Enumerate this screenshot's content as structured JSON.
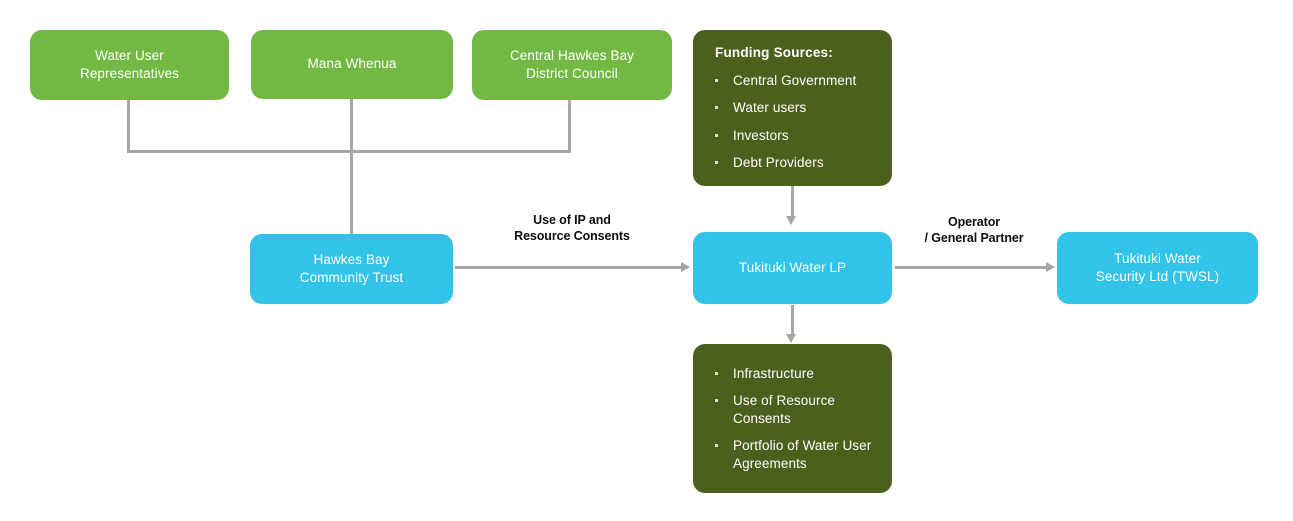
{
  "diagram": {
    "title": "Tukituki Water Security structure diagram",
    "colors": {
      "green": "#72B843",
      "blue": "#32C3E8",
      "dark_green": "#4C601E",
      "connector_grey": "#A6A6A6",
      "label_text": "#0D0D0D",
      "node_text": "#FFFFFF",
      "background": "#FFFFFF"
    },
    "nodes": {
      "water_user_reps": "Water User\nRepresentatives",
      "mana_whenua": "Mana Whenua",
      "chb_district_council": "Central Hawkes Bay\nDistrict Council",
      "hawkes_bay_community_trust": "Hawkes Bay\nCommunity Trust",
      "tukituki_water_lp": "Tukituki Water LP",
      "tukituki_water_security": "Tukituki Water\nSecurity Ltd (TWSL)"
    },
    "funding_sources": {
      "title": "Funding Sources:",
      "items": [
        "Central Government",
        "Water users",
        "Investors",
        "Debt Providers"
      ]
    },
    "assets": {
      "items": [
        "Infrastructure",
        "Use of Resource Consents",
        "Portfolio of Water User Agreements"
      ]
    },
    "edge_labels": {
      "trust_to_lp": "Use of IP and\nResource Consents",
      "lp_to_twsl": "Operator\n/ General Partner"
    }
  }
}
